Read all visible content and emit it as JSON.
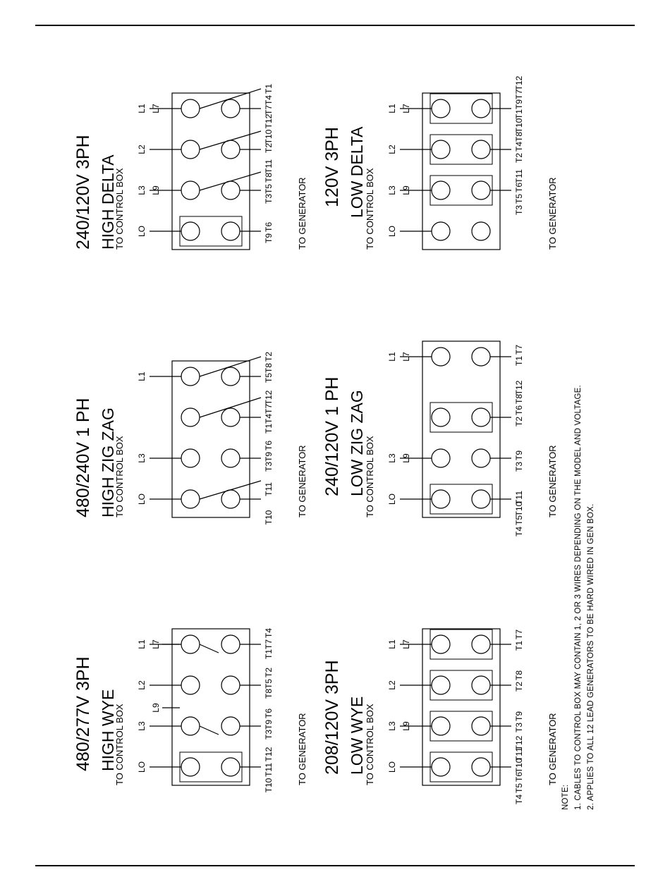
{
  "labels": {
    "to_control_box": "TO CONTROL BOX",
    "to_generator": "TO GENERATOR"
  },
  "diagrams": {
    "high_wye": {
      "voltage": "480/277V 3PH",
      "name": "HIGH WYE"
    },
    "high_zig_zag": {
      "voltage": "480/240V 1 PH",
      "name": "HIGH ZIG ZAG"
    },
    "high_delta": {
      "voltage": "240/120V 3PH",
      "name": "HIGH DELTA"
    },
    "low_wye": {
      "voltage": "208/120V 3PH",
      "name": "LOW WYE"
    },
    "low_zig_zag": {
      "voltage": "240/120V 1 PH",
      "name": "LOW ZIG ZAG"
    },
    "low_delta": {
      "voltage": "120V 3PH",
      "name": "LOW DELTA"
    }
  },
  "notes": {
    "heading": "NOTE:",
    "items": [
      "1. CABLES TO CONTROL BOX MAY CONTAIN 1, 2 OR 3 WIRES DEPENDING ON THE MODEL AND VOLTAGE.",
      "2. APPLIES TO ALL 12 LEAD GENERATORS TO BE HARD WIRED IN GEN BOX."
    ]
  }
}
